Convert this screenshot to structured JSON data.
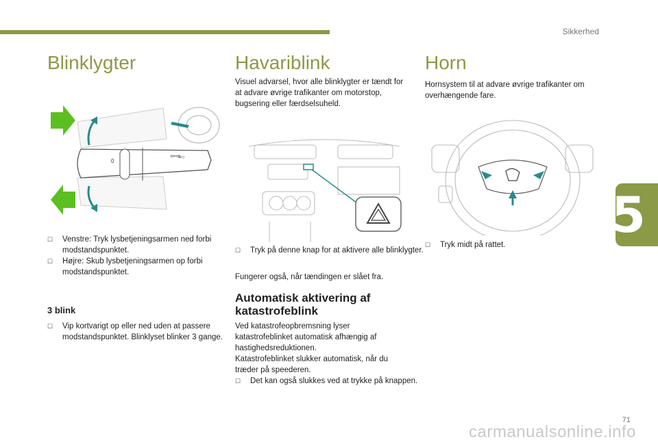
{
  "header": {
    "section": "Sikkerhed"
  },
  "side_tab": {
    "chapter": "5"
  },
  "page_number": "71",
  "watermark": "carmanualsonline.info",
  "blink": {
    "title": "Blinklygter",
    "bullets": [
      "Venstre: Tryk lysbetjeningsarmen ned forbi modstandspunktet.",
      "Højre: Skub lysbetjeningsarmen op forbi modstandspunktet."
    ],
    "sub_title": "3 blink",
    "sub_bullet": "Vip kortvarigt op eller ned uden at passere modstandspunktet. Blinklyset blinker 3 gange."
  },
  "hazard": {
    "title": "Havariblink",
    "intro": "Visuel advarsel, hvor alle blinklygter er tændt for at advare øvrige trafikanter om motorstop, bugsering eller færdselsuheld.",
    "bullet": "Tryk på denne knap for at aktivere alle blinklygter.",
    "note": "Fungerer også, når tændingen er slået fra.",
    "auto_title": "Automatisk aktivering af katastrofeblink",
    "auto_text": "Ved katastrofeopbremsning lyser katastrofeblinket automatisk afhængig af hastighedsreduktionen.",
    "auto_text2": "Katastrofeblinket slukker automatisk, når du træder på speederen.",
    "auto_bullet": "Det kan også slukkes ved at trykke på knappen."
  },
  "horn": {
    "title": "Horn",
    "intro": "Hornsystem til at advare øvrige trafikanter om overhængende fare.",
    "bullet": "Tryk midt på rattet."
  },
  "colors": {
    "accent": "#8a9a47",
    "arrow_green": "#5cbf1f",
    "teal": "#2a8a8a"
  }
}
